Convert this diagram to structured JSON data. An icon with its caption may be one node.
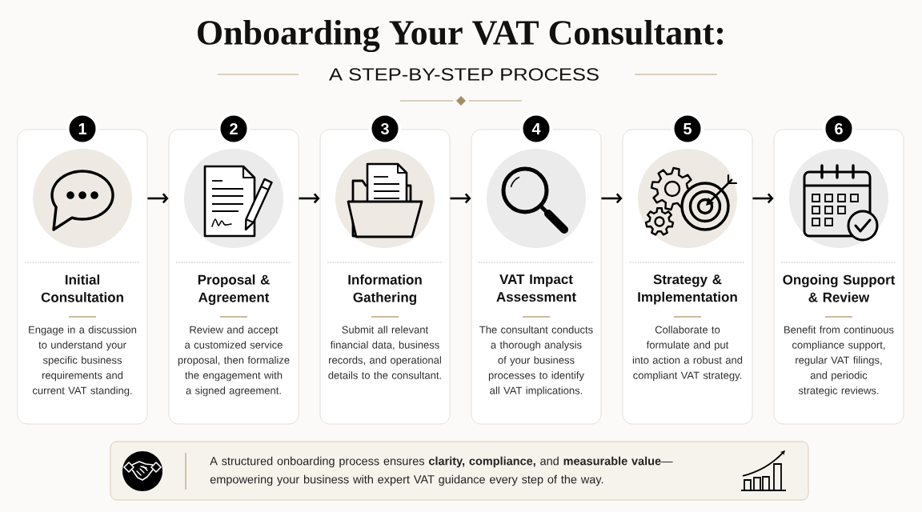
{
  "diagram": {
    "title": "Onboarding Your VAT Consultant:",
    "nodes": [
      {
        "text": [
          "1",
          "Initial Consultation",
          "Engage in a discussion to understand your specific business requirements and current VAT standing."
        ]
      },
      {
        "text": [
          "2",
          "Proposal & Agreement",
          "Review and accept a customized service proposal, then formalize the engagement with a signed agreement."
        ]
      },
      {
        "text": [
          "3",
          "Information Gathering",
          "Submit all relevant financial data, business records, and operational details to the consultant."
        ]
      },
      {
        "text": [
          "4",
          "VAT Impact Assessment",
          "The consultant conducts a thorough analysis of your business processes to identify all VAT implications."
        ]
      },
      {
        "text": [
          "5",
          "Strategy & Implementation",
          "Collaborate to formulate and put into action a robust and compliant VAT strategy."
        ]
      },
      {
        "text": [
          "6",
          "Ongoing Support & Review",
          "Benefit from continuous compliance support, regular VAT filings, and periodic strategic reviews."
        ]
      },
      {
        "text": [
          "A structured onboarding process ensures **clarity, compliance,** and **measurable value**— empowering your business with expert VAT guidance every step of the way."
        ]
      }
    ],
    "edges": [
      {
        "from": 0,
        "to": 1,
        "arrow": "to"
      },
      {
        "from": 1,
        "to": 2,
        "arrow": "to"
      },
      {
        "from": 2,
        "to": 3,
        "arrow": "to"
      },
      {
        "from": 3,
        "to": 4,
        "arrow": "to"
      },
      {
        "from": 4,
        "to": 5,
        "arrow": "to"
      }
    ],
    "labels": [
      "A STEP-BY-STEP PROCESS"
    ]
  }
}
